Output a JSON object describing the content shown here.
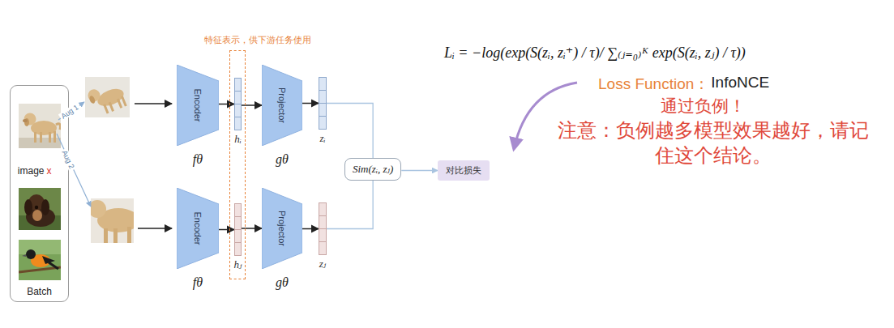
{
  "diagram": {
    "nodes": [
      {
        "text": [
          "image",
          "x",
          "Batch"
        ]
      },
      {
        "text": [
          "Encoder",
          "fθ"
        ]
      },
      {
        "text": [
          "特征表示，供下游任务使用"
        ]
      },
      {
        "text": [
          "hᵢ"
        ],
        "in": 2
      },
      {
        "text": [
          "Projector",
          "gθ"
        ]
      },
      {
        "text": [
          "zᵢ"
        ]
      },
      {
        "text": [
          "Encoder",
          "fθ"
        ]
      },
      {
        "text": [
          "hⱼ"
        ],
        "in": 2
      },
      {
        "text": [
          "Projector",
          "gθ"
        ]
      },
      {
        "text": [
          "zⱼ"
        ]
      },
      {
        "text": [
          "Sim(zᵢ, zⱼ)"
        ]
      },
      {
        "text": [
          "对比损失"
        ]
      }
    ],
    "edges": [
      {
        "from": 1,
        "to": 3,
        "arrow": "to"
      },
      {
        "from": 3,
        "to": 4,
        "arrow": "to"
      },
      {
        "from": 4,
        "to": 5,
        "arrow": "to"
      },
      {
        "from": 6,
        "to": 7,
        "arrow": "to"
      },
      {
        "from": 7,
        "to": 8,
        "arrow": "to"
      },
      {
        "from": 8,
        "to": 9,
        "arrow": "to"
      },
      {
        "from": 5,
        "to": 10,
        "arrow": "none"
      },
      {
        "from": 9,
        "to": 10,
        "arrow": "none"
      },
      {
        "from": 10,
        "to": 11,
        "arrow": "to"
      }
    ],
    "labels": [
      "Aug 1",
      "Aug 2",
      "Lᵢ = −log(exp(S(zᵢ, zᵢ⁺) / τ)/ ∑₍ⱼ₌₀₎ᴷ exp(S(zᵢ, zⱼ) / τ))",
      "Loss Function：",
      "InfoNCE",
      "通过负例！",
      "注意：负例越多模型效果越好，请记住这个结论。"
    ]
  }
}
